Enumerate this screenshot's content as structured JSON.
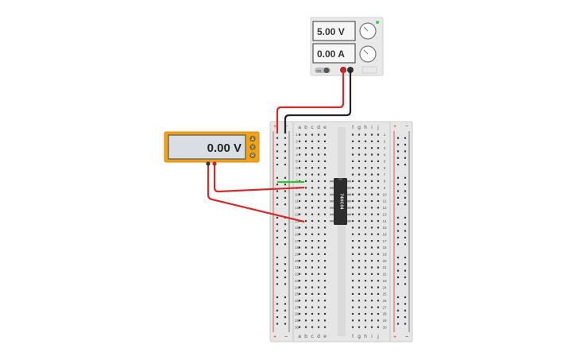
{
  "power_supply": {
    "voltage_display": "5.00 V",
    "current_display": "0.00 A",
    "switch_label": "ON",
    "colors": {
      "body": "#e9e9e9",
      "display_bg": "#f6f6f6",
      "knob": "#ffffff",
      "led": "#2fd44a",
      "red_terminal": "#cc2222",
      "black_terminal": "#333333"
    }
  },
  "multimeter": {
    "display": "0.00 V",
    "mode_buttons": [
      "A",
      "V",
      "R"
    ],
    "colors": {
      "frame": "#f2a21a",
      "display_bg": "#d8dee3",
      "button": "#8a6a2a"
    }
  },
  "breadboard": {
    "column_letters_left": [
      "a",
      "b",
      "c",
      "d",
      "e"
    ],
    "column_letters_right": [
      "f",
      "g",
      "h",
      "i",
      "j"
    ],
    "row_numbers": [
      "1",
      "2",
      "3",
      "4",
      "5",
      "6",
      "7",
      "8",
      "9",
      "10",
      "11",
      "12",
      "13",
      "14",
      "15",
      "16",
      "17",
      "18",
      "19",
      "20",
      "21",
      "22",
      "23",
      "24",
      "25",
      "26",
      "27",
      "28",
      "29",
      "30"
    ],
    "rail_plus": "+",
    "rail_minus": "−",
    "colors": {
      "body": "#e6e6e6",
      "hole": "#3a3a3a",
      "rail_red": "#d33",
      "rail_black": "#333"
    }
  },
  "chip": {
    "label": "74HC04"
  },
  "wires": {
    "colors": {
      "red": "#d42a2a",
      "black": "#222222",
      "green": "#3bbf3b"
    }
  }
}
